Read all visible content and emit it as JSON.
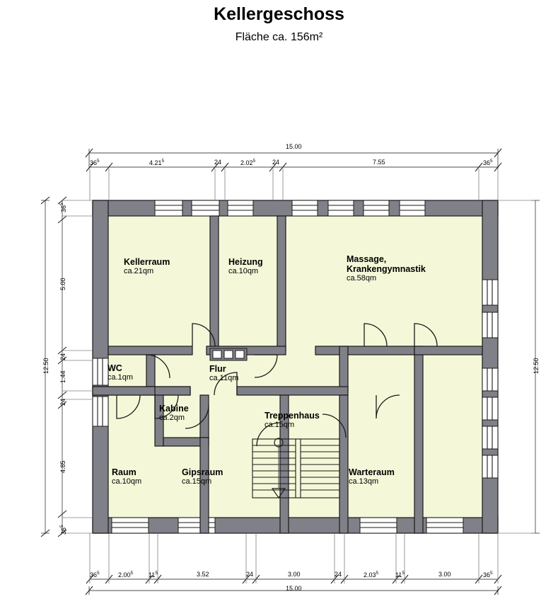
{
  "header": {
    "title": "Kellergeschoss",
    "subtitle": "Fläche ca. 156m²"
  },
  "colors": {
    "wall": "#808088",
    "wall_stroke": "#1a1a1a",
    "room_fill": "#f4f8d8",
    "window_frame": "#ffffff",
    "dimension_line": "#4d4d4d",
    "text": "#000000"
  },
  "rooms": [
    {
      "id": "kellerraum",
      "name": "Kellerraum",
      "area": "ca.21qm"
    },
    {
      "id": "heizung",
      "name": "Heizung",
      "area": "ca.10qm"
    },
    {
      "id": "massage",
      "name": "Massage,",
      "name2": "Krankengymnastik",
      "area": "ca.58qm"
    },
    {
      "id": "wc",
      "name": "WC",
      "area": "ca.1qm"
    },
    {
      "id": "flur",
      "name": "Flur",
      "area": "ca.11qm"
    },
    {
      "id": "kabine",
      "name": "Kabine",
      "area": "ca.2qm"
    },
    {
      "id": "treppenhaus",
      "name": "Treppenhaus",
      "area": "ca.15qm"
    },
    {
      "id": "raum",
      "name": "Raum",
      "area": "ca.10qm"
    },
    {
      "id": "gipsraum",
      "name": "Gipsraum",
      "area": "ca.15qm"
    },
    {
      "id": "warteraum",
      "name": "Warteraum",
      "area": "ca.13qm"
    }
  ],
  "dimensions": {
    "top_overall": "15.00",
    "top_chain": [
      "36⁵",
      "4.21⁵",
      "24",
      "2.02⁵",
      "24",
      "7.55",
      "36⁵"
    ],
    "bottom_overall": "15.00",
    "bottom_chain": [
      "36⁵",
      "2.00⁵",
      "11⁵",
      "3.52",
      "24",
      "3.00",
      "24",
      "2.03⁵",
      "11⁵",
      "3.00",
      "36⁵"
    ],
    "left_overall": "12.50",
    "left_chain": [
      "36⁵",
      "5.00",
      "24",
      "1.44",
      "24",
      "4.85",
      "36⁵"
    ],
    "right_overall": "12.50"
  },
  "stair": {
    "direction_marker": "down-arrow",
    "pivot_marker": "circle",
    "tread_count": 9
  }
}
